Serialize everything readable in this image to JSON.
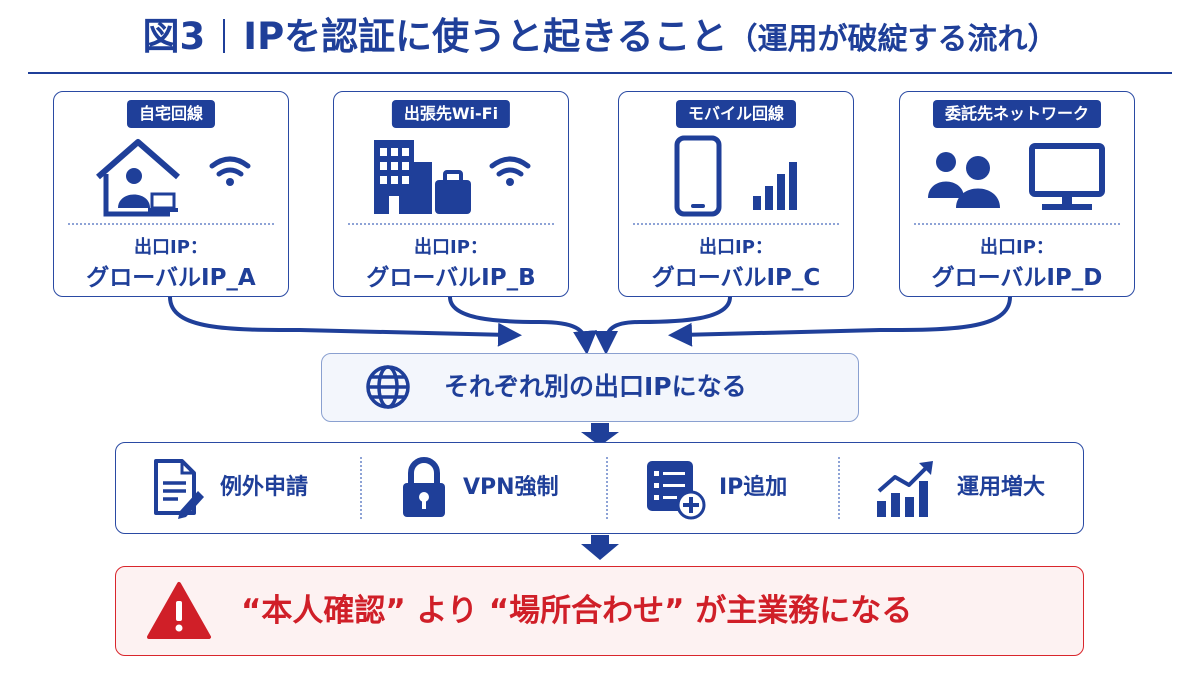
{
  "header": {
    "figure_label": "図3",
    "title": "IPを認証に使うと起きること",
    "subtitle": "（運用が破綻する流れ）"
  },
  "sources": [
    {
      "badge": "自宅回線",
      "egress_label": "出口IP：",
      "ip": "グローバルIP_A",
      "icons": [
        "house-person-icon",
        "wifi-icon"
      ]
    },
    {
      "badge": "出張先Wi-Fi",
      "egress_label": "出口IP：",
      "ip": "グローバルIP_B",
      "icons": [
        "building-icon",
        "suitcase-icon",
        "wifi-icon"
      ]
    },
    {
      "badge": "モバイル回線",
      "egress_label": "出口IP：",
      "ip": "グローバルIP_C",
      "icons": [
        "smartphone-icon",
        "signal-bars-icon"
      ]
    },
    {
      "badge": "委託先ネットワーク",
      "egress_label": "出口IP：",
      "ip": "グローバルIP_D",
      "icons": [
        "people-icon",
        "monitor-icon"
      ]
    }
  ],
  "result": {
    "text": "それぞれ別の出口IPになる",
    "icon": "globe-icon"
  },
  "consequences": [
    {
      "label": "例外申請",
      "icon": "document-edit-icon"
    },
    {
      "label": "VPN強制",
      "icon": "lock-icon"
    },
    {
      "label": "IP追加",
      "icon": "list-add-icon"
    },
    {
      "label": "運用増大",
      "icon": "growth-chart-icon"
    }
  ],
  "conclusion": {
    "text": "“本人確認” より “場所合わせ” が主業務になる",
    "icon": "warning-icon"
  },
  "colors": {
    "primary": "#1f3f99",
    "alert": "#d01f28",
    "alert_bg": "#fdf2f2",
    "panel_bg": "#f3f6fc"
  }
}
